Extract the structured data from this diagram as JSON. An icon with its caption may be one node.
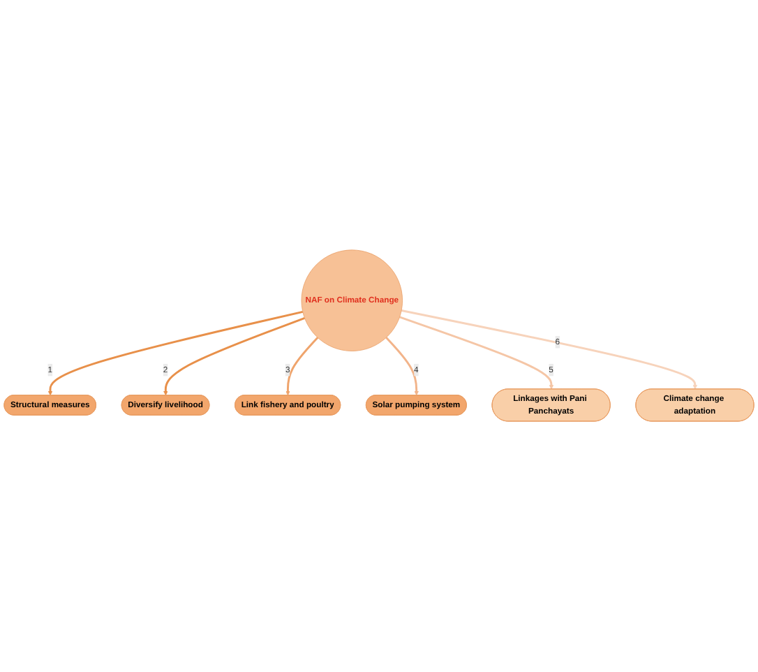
{
  "diagram": {
    "nodes": [
      {
        "text": [
          "Structural measures"
        ]
      },
      {
        "text": [
          "Climate change adaptation"
        ]
      },
      {
        "text": [
          "Diversify livelihood"
        ]
      },
      {
        "text": [
          "NAF on Climate Change"
        ]
      },
      {
        "text": [
          "Linkages with Pani Panchayats"
        ]
      },
      {
        "text": [
          "Link fishery and poultry"
        ]
      },
      {
        "text": [
          "Solar pumping system"
        ]
      }
    ],
    "edges": [
      {
        "from": 3,
        "to": 0,
        "arrow": "to",
        "label": "1",
        "color": "#e8904a"
      },
      {
        "from": 3,
        "to": 2,
        "arrow": "to",
        "label": "2",
        "color": "#e8904a"
      },
      {
        "from": 3,
        "to": 5,
        "arrow": "to",
        "label": "3",
        "color": "#efa46c"
      },
      {
        "from": 3,
        "to": 6,
        "arrow": "to",
        "label": "4",
        "color": "#f2b48a"
      },
      {
        "from": 3,
        "to": 4,
        "arrow": "to",
        "label": "5",
        "color": "#f5c6a6"
      },
      {
        "from": 3,
        "to": 1,
        "arrow": "to",
        "label": "6",
        "color": "#f7d3bb"
      }
    ]
  }
}
